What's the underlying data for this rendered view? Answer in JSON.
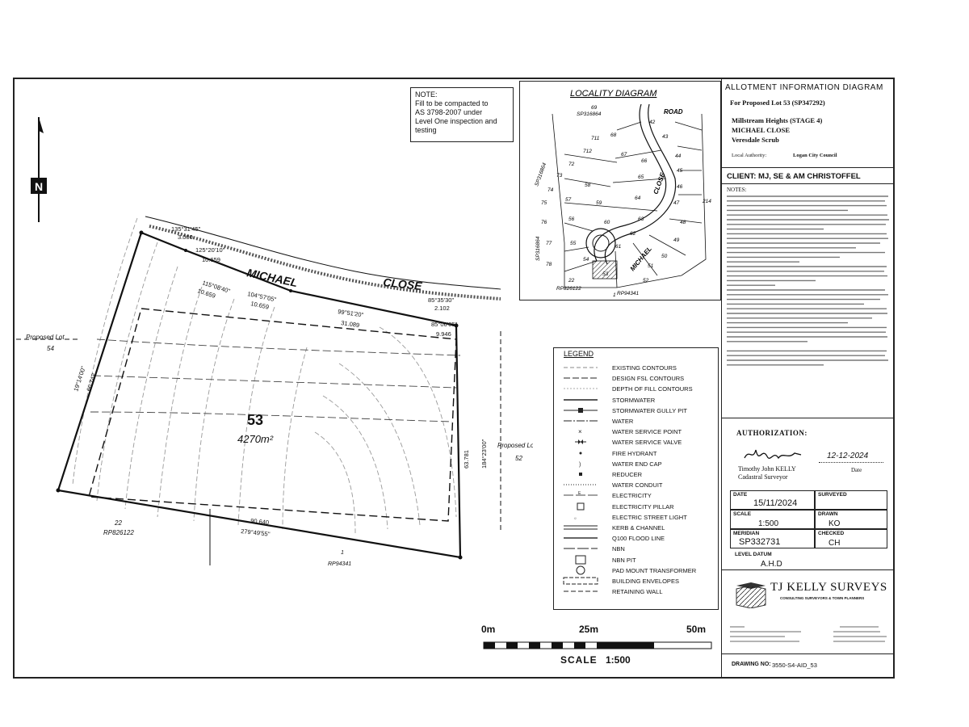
{
  "note": {
    "heading": "NOTE:",
    "lines": [
      "Fill to be compacted to",
      "AS 3798-2007 under",
      "Level One inspection and",
      "testing"
    ]
  },
  "locality": {
    "title": "LOCALITY DIAGRAM",
    "road": "ROAD",
    "close": "CLOSE",
    "michael": "MICHAEL",
    "plans": [
      "SP316864",
      "SP316864",
      "SP316864",
      "RP826122",
      "RP94341"
    ],
    "lots": [
      "69",
      "68",
      "711",
      "712",
      "67",
      "42",
      "43",
      "44",
      "45",
      "46",
      "47",
      "48",
      "49",
      "50",
      "51",
      "52",
      "53",
      "54",
      "55",
      "56",
      "57",
      "58",
      "59",
      "60",
      "61",
      "62",
      "63",
      "64",
      "65",
      "66",
      "72",
      "73",
      "74",
      "75",
      "76",
      "77",
      "78",
      "214",
      "22",
      "1"
    ]
  },
  "plan": {
    "street_michael": "MICHAEL",
    "street_close": "CLOSE",
    "lot_number": "53",
    "lot_area": "4270m²",
    "proposed_lot_left": [
      "Proposed Lot",
      "54"
    ],
    "proposed_lot_right": [
      "Proposed Lot",
      "52"
    ],
    "rp_left": [
      "22",
      "RP826122"
    ],
    "rp_bottom": [
      "1",
      "RP94341"
    ],
    "bearings": {
      "b1": "135°31'45\"",
      "d1": "3.000",
      "b2": "125°20'10\"",
      "d2": "10.659",
      "b3": "115°08'40\"",
      "d3": "10.659",
      "b4": "104°57'05\"",
      "d4": "10.659",
      "b5": "99°51'20\"",
      "d5": "31.089",
      "b6": "85°35'30\"",
      "d6": "2.102",
      "b7": "85°06'05\"",
      "d7": "9.946",
      "b_left": "19°14'00\"",
      "d_left": "60.742",
      "b_right": "184°23'00\"",
      "d_right": "63.781",
      "d_bottom": "90.640",
      "b_bottom": "279°49'55\""
    }
  },
  "legend": {
    "title": "LEGEND",
    "items": [
      "EXISTING CONTOURS",
      "DESIGN FSL CONTOURS",
      "DEPTH OF FILL CONTOURS",
      "STORMWATER",
      "STORMWATER GULLY PIT",
      "WATER",
      "WATER SERVICE POINT",
      "WATER SERVICE VALVE",
      "FIRE HYDRANT",
      "WATER END CAP",
      "REDUCER",
      "WATER CONDUIT",
      "ELECTRICITY",
      "ELECTRICITY PILLAR",
      "ELECTRIC STREET LIGHT",
      "KERB & CHANNEL",
      "Q100 FLOOD LINE",
      "NBN",
      "NBN PIT",
      "PAD MOUNT TRANSFORMER",
      "BUILDING ENVELOPES",
      "RETAINING WALL"
    ]
  },
  "scale": {
    "marks": [
      "0m",
      "25m",
      "50m"
    ],
    "label": "SCALE",
    "ratio": "1:500"
  },
  "title_block": {
    "title": "ALLOTMENT INFORMATION DIAGRAM",
    "proposed": "For Proposed Lot 53 (SP347292)",
    "estate": "Millstream Heights (STAGE 4)",
    "street": "MICHAEL CLOSE",
    "suburb": "Veresdale Scrub",
    "authority_label": "Local Authority:",
    "authority": "Logan City Council",
    "client": "CLIENT: MJ, SE & AM CHRISTOFFEL",
    "notes_heading": "NOTES:",
    "authorization": "AUTHORIZATION:",
    "signature_date": "12-12-2024",
    "surveyor_name": "Timothy John KELLY",
    "surveyor_title": "Cadastral Surveyor",
    "date_caption": "Date",
    "date_label": "DATE",
    "date_value": "15/11/2024",
    "surveyed_label": "SURVEYED",
    "scale_label": "SCALE",
    "scale_value": "1:500",
    "drawn_label": "DRAWN",
    "drawn_value": "KO",
    "meridian_label": "MERIDIAN",
    "meridian_value": "SP332731",
    "checked_label": "CHECKED",
    "checked_value": "CH",
    "level_label": "LEVEL DATUM",
    "level_value": "A.H.D",
    "company": "TJ KELLY SURVEYS",
    "company_sub": "CONSULTING SURVEYORS & TOWN PLANNERS",
    "drawing_no_label": "DRAWING NO:",
    "drawing_no": "3550-S4-AID_53"
  },
  "colors": {
    "ink": "#111111",
    "hatch": "#444444",
    "contour": "#999999"
  }
}
